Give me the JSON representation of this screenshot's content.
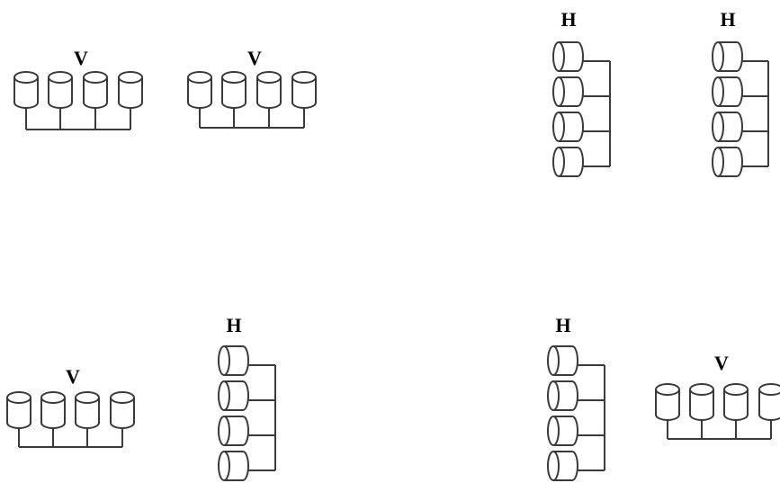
{
  "groups": [
    {
      "label": "V",
      "orientation": "vertical",
      "disks": 4
    },
    {
      "label": "V",
      "orientation": "vertical",
      "disks": 4
    },
    {
      "label": "H",
      "orientation": "horizontal",
      "disks": 4
    },
    {
      "label": "H",
      "orientation": "horizontal",
      "disks": 4
    },
    {
      "label": "V",
      "orientation": "vertical",
      "disks": 4
    },
    {
      "label": "H",
      "orientation": "horizontal",
      "disks": 4
    },
    {
      "label": "H",
      "orientation": "horizontal",
      "disks": 4
    },
    {
      "label": "V",
      "orientation": "vertical",
      "disks": 4
    }
  ],
  "colors": {
    "stroke": "#3a3a3a",
    "fill": "#ffffff",
    "text": "#000000"
  }
}
